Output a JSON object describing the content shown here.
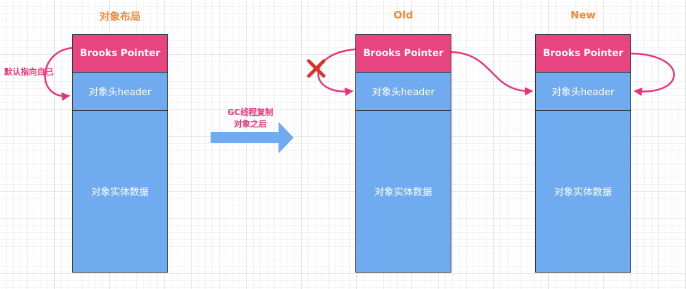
{
  "left": {
    "title": "对象布局",
    "brooks_pointer": "Brooks Pointer",
    "header": "对象头header",
    "body": "对象实体数据",
    "self_note": "默认指向自己"
  },
  "transition": {
    "line1": "GC线程复制",
    "line2": "对象之后"
  },
  "old": {
    "title": "Old",
    "brooks_pointer": "Brooks Pointer",
    "header": "对象头header",
    "body": "对象实体数据"
  },
  "new": {
    "title": "New",
    "brooks_pointer": "Brooks Pointer",
    "header": "对象头header",
    "body": "对象实体数据"
  },
  "colors": {
    "pointer_box": "#e6457f",
    "object_box": "#70aaef",
    "arrow": "#e8337a",
    "big_arrow": "#70aaef",
    "title": "#f08a3c",
    "cross": "#d9342b"
  }
}
